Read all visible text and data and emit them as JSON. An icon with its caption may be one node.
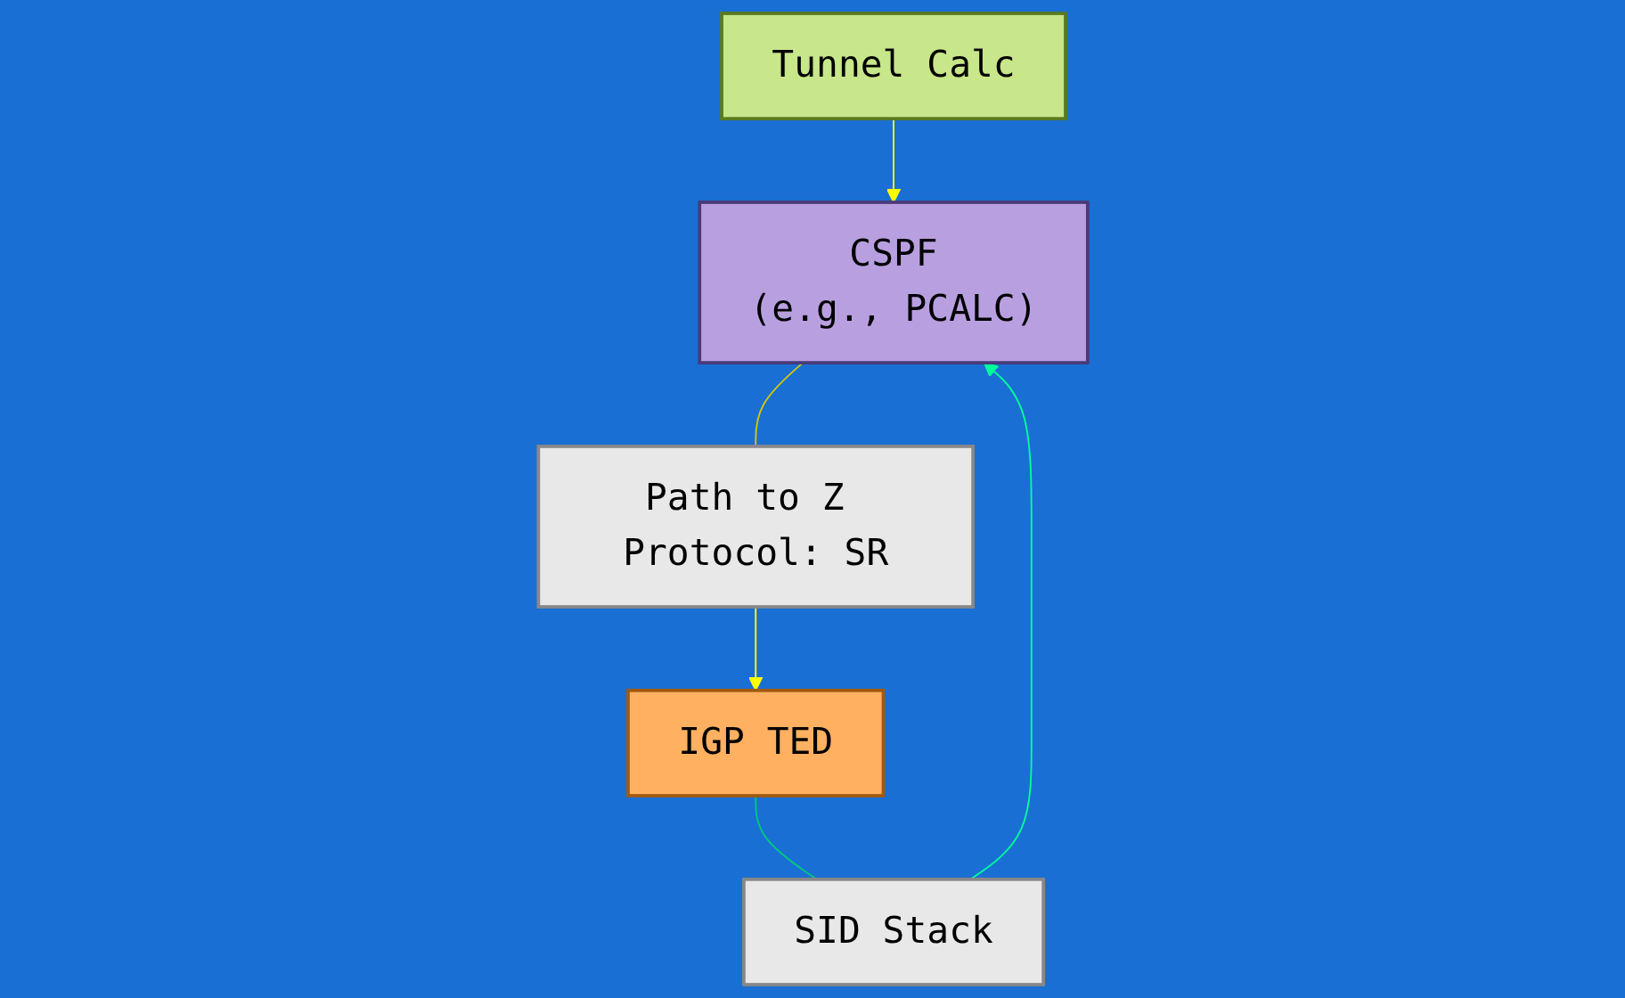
{
  "diagram": {
    "nodes": [
      {
        "text": [
          "Tunnel Calc"
        ]
      },
      {
        "text": [
          "CSPF",
          "(e.g., PCALC)"
        ]
      },
      {
        "text": [
          "Path to Z Protocol: SR"
        ]
      },
      {
        "text": [
          "SID Stack"
        ]
      },
      {
        "text": [
          "IGP TED"
        ]
      }
    ],
    "edges": [
      {
        "from": 0,
        "to": 1,
        "arrow": "to",
        "color": "#ffff00"
      },
      {
        "from": 1,
        "to": 2,
        "arrow": "none",
        "color": "#d4c800"
      },
      {
        "from": 2,
        "to": 4,
        "arrow": "to",
        "color": "#ffff00"
      },
      {
        "from": 4,
        "to": 3,
        "arrow": "none",
        "color": "#00c880"
      },
      {
        "from": 3,
        "to": 1,
        "arrow": "to",
        "color": "#00ff99"
      }
    ]
  }
}
